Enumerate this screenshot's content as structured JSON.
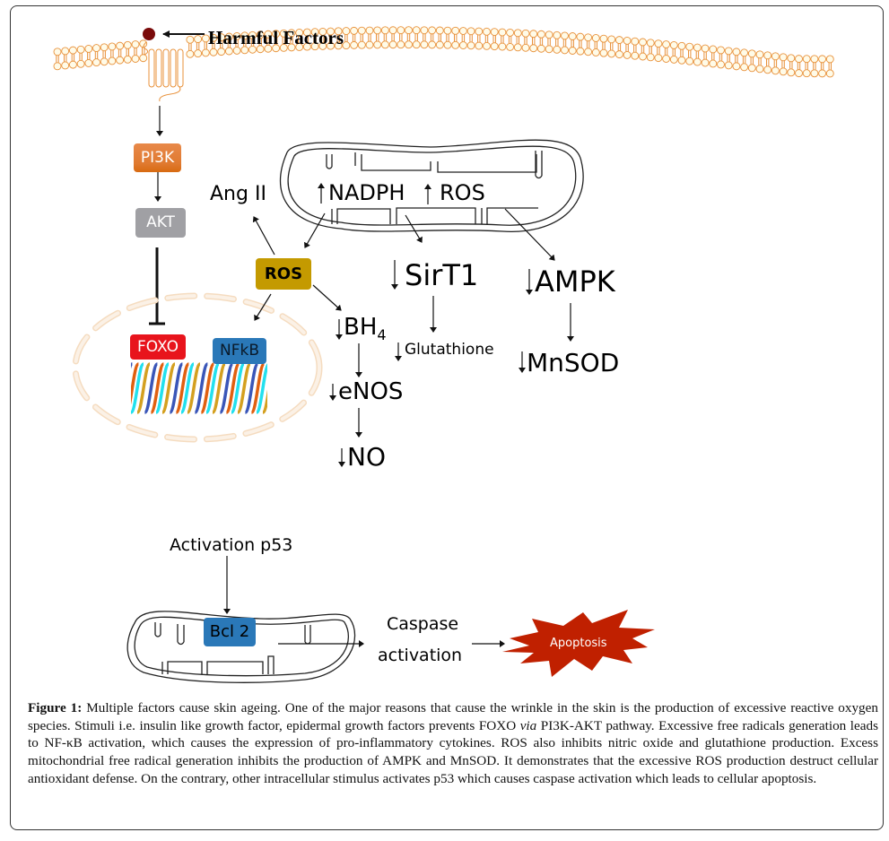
{
  "figure": {
    "harmful_factors_label": "Harmful Factors",
    "nodes": {
      "pi3k": "PI3K",
      "akt": "AKT",
      "foxo": "FOXO",
      "nfkb": "NFkB",
      "ros_box": "ROS",
      "ang_ii": "Ang II",
      "nadph": "NADPH",
      "ros_mito": "ROS",
      "sirt1": "SirT1",
      "ampk": "AMPK",
      "bh4": "BH",
      "bh4_sub": "4",
      "glutathione": "Glutathione",
      "mnsod": "MnSOD",
      "enos": "eNOS",
      "no": "NO",
      "activation_p53": "Activation p53",
      "bcl2": "Bcl 2",
      "caspase_line1": "Caspase",
      "caspase_line2": "activation",
      "apoptosis": "Apoptosis"
    },
    "colors": {
      "pi3k": "#e07a30",
      "akt": "#a0a0a4",
      "foxo": "#e8141c",
      "nfkb": "#2a78b8",
      "ros_box": "#c49a00",
      "bcl2": "#2a78b8",
      "apoptosis": "#c02000",
      "membrane": "#e8913a",
      "harmful_dot": "#7a0a0a"
    }
  },
  "caption": {
    "label": "Figure 1:",
    "text_part1": " Multiple factors cause skin ageing. One of the major reasons that cause the wrinkle in the skin is the production of excessive reactive oxygen species. Stimuli i.e. insulin like growth factor, epidermal growth factors prevents FOXO ",
    "italic": "via",
    "text_part2": " PI3K-AKT pathway. Excessive free radicals generation leads to NF-κB activation, which causes the expression of pro-inflammatory cytokines. ROS also inhibits nitric oxide and glutathione production. Excess mitochondrial free radical generation inhibits the production of AMPK and MnSOD. It demonstrates that the excessive ROS production destruct cellular antioxidant defense. On the contrary, other intracellular stimulus activates p53 which causes caspase activation which leads to cellular apoptosis."
  }
}
